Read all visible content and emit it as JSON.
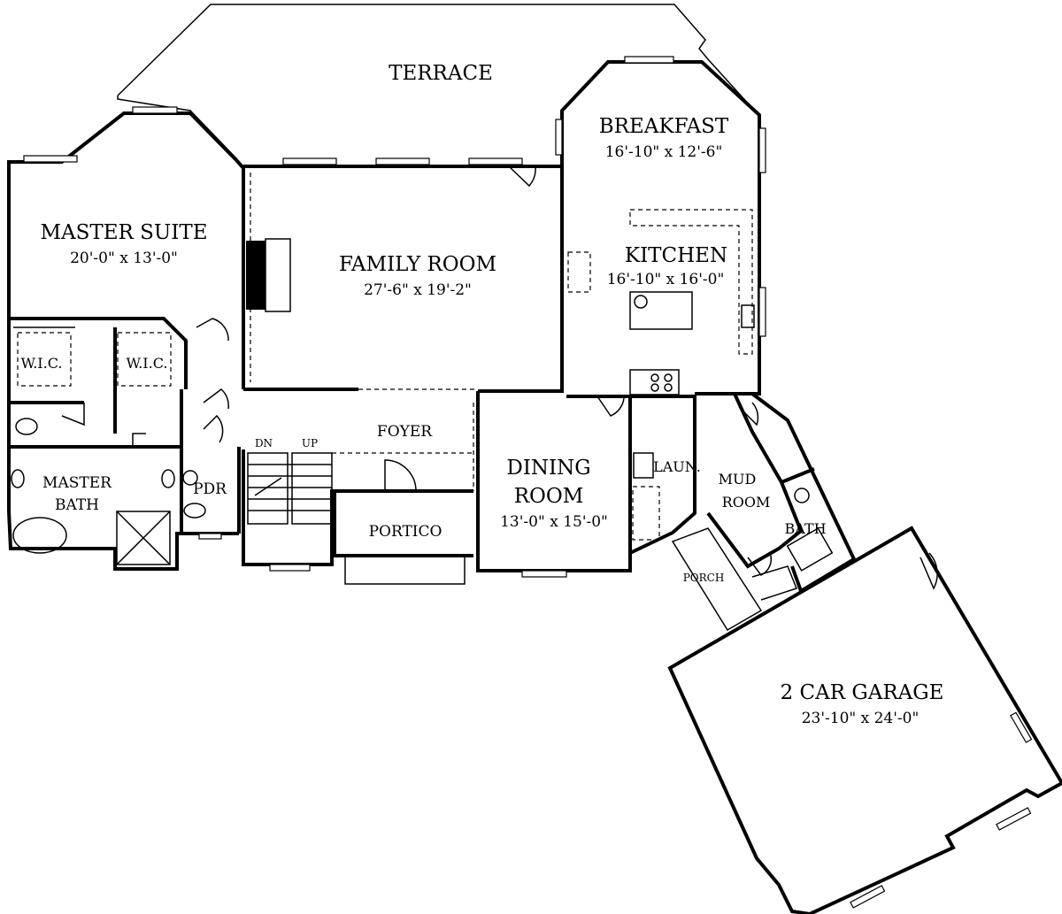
{
  "rooms": {
    "terrace": {
      "name": "TERRACE"
    },
    "breakfast": {
      "name": "BREAKFAST",
      "size": "16'-10\" x 12'-6\""
    },
    "master_suite": {
      "name": "MASTER SUITE",
      "size": "20'-0\" x 13'-0\""
    },
    "family_room": {
      "name": "FAMILY ROOM",
      "size": "27'-6\" x 19'-2\""
    },
    "kitchen": {
      "name": "KITCHEN",
      "size": "16'-10\" x 16'-0\""
    },
    "wic_left": {
      "name": "W.I.C."
    },
    "wic_right": {
      "name": "W.I.C."
    },
    "foyer": {
      "name": "FOYER"
    },
    "dining_room": {
      "name_line1": "DINING",
      "name_line2": "ROOM",
      "size": "13'-0\" x 15'-0\""
    },
    "laundry": {
      "name": "LAUN."
    },
    "mud_room": {
      "name_line1": "MUD",
      "name_line2": "ROOM"
    },
    "master_bath": {
      "name_line1": "MASTER",
      "name_line2": "BATH"
    },
    "pdr": {
      "name": "PDR"
    },
    "portico": {
      "name": "PORTICO"
    },
    "bath": {
      "name": "BATH"
    },
    "porch": {
      "name": "PORCH"
    },
    "garage": {
      "name": "2 CAR GARAGE",
      "size": "23'-10\" x 24'-0\""
    }
  },
  "stairs": {
    "down": "DN",
    "up": "UP"
  }
}
